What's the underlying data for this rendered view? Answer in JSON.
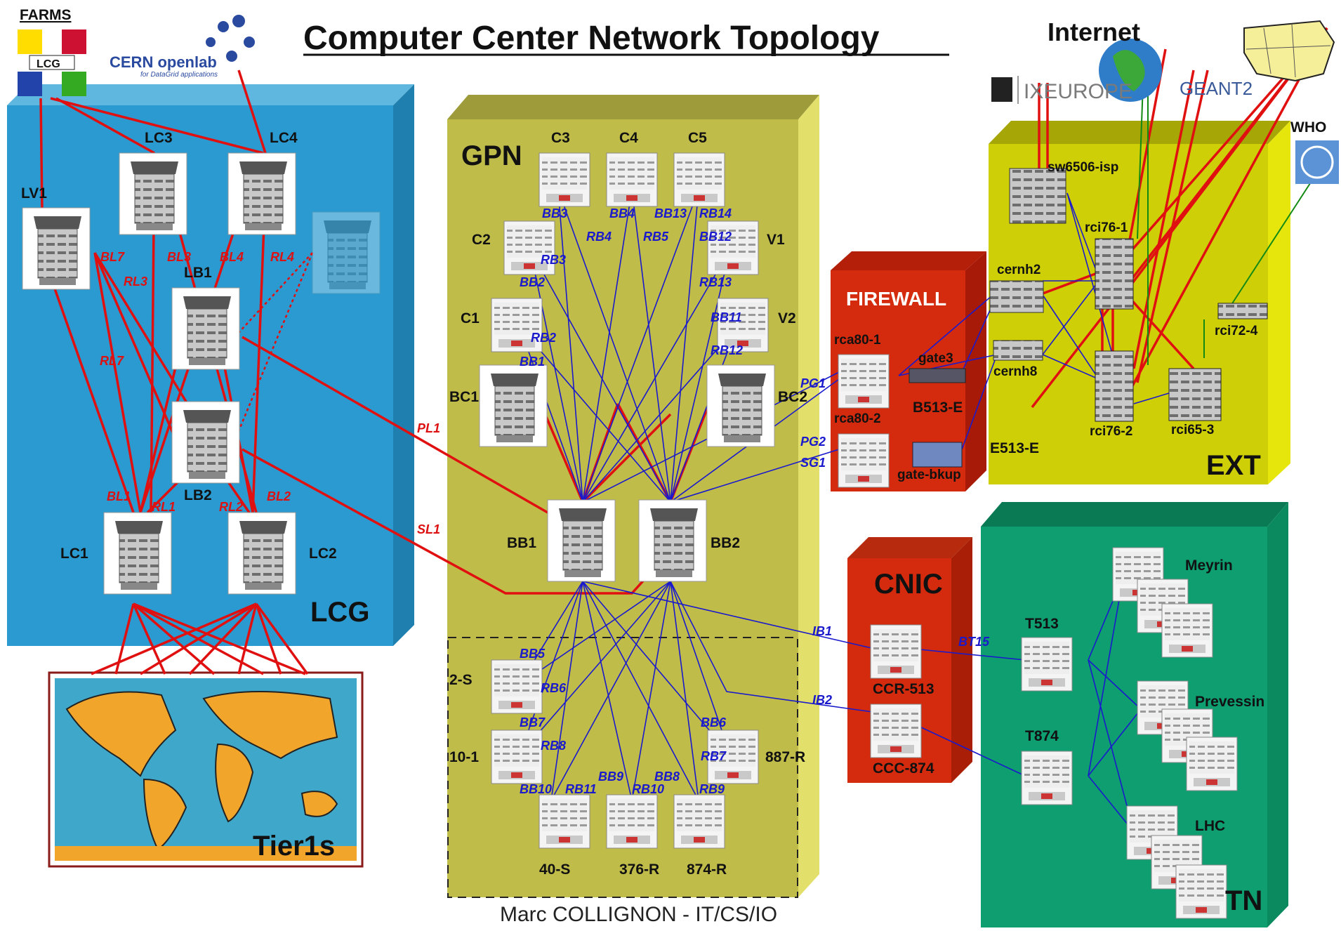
{
  "title": "Computer Center Network Topology",
  "footer": "Marc COLLIGNON - IT/CS/IO",
  "logos": {
    "farms": "FARMS",
    "lcg": "LCG",
    "openlab": "CERN openlab",
    "openlab_sub": "for DataGrid applications",
    "internet": "Internet",
    "ixeurope": "IXEUROPE",
    "geant": "GEANT2",
    "who": "WHO"
  },
  "zones": {
    "lcg": "LCG",
    "gpn": "GPN",
    "firewall": "FIREWALL",
    "ext": "EXT",
    "cnic": "CNIC",
    "tn": "TN",
    "tier1": "Tier1s"
  },
  "colors": {
    "lcg": "#2a9ad0",
    "gpn": "#bfbc4a",
    "firewall": "#d42b0e",
    "ext": "#cfcf08",
    "tn": "#0e9e6f",
    "blue_link": "#1a1acc",
    "red_link": "#e01010",
    "green_link": "#138a13"
  },
  "nodes": {
    "lv1": "LV1",
    "lc3": "LC3",
    "lc4": "LC4",
    "lb1": "LB1",
    "lb2": "LB2",
    "lc1": "LC1",
    "lc2": "LC2",
    "c3": "C3",
    "c4": "C4",
    "c5": "C5",
    "c2": "C2",
    "v1": "V1",
    "c1": "C1",
    "v2": "V2",
    "bc1": "BC1",
    "bc2": "BC2",
    "bb1": "BB1",
    "bb2": "BB2",
    "n2s": "2-S",
    "n101": "10-1",
    "n887": "887-R",
    "n40s": "40-S",
    "n376": "376-R",
    "n874": "874-R",
    "rca801": "rca80-1",
    "rca802": "rca80-2",
    "gate3": "gate3",
    "gatebkup": "gate-bkup",
    "b513e": "B513-E",
    "e513e": "E513-E",
    "sw6506": "sw6506-isp",
    "cernh2": "cernh2",
    "cernh8": "cernh8",
    "rci761": "rci76-1",
    "rci762": "rci76-2",
    "rci653": "rci65-3",
    "rci724": "rci72-4",
    "ccr513": "CCR-513",
    "ccc874": "CCC-874",
    "t513": "T513",
    "t874": "T874",
    "meyrin": "Meyrin",
    "prevessin": "Prevessin",
    "lhc": "LHC"
  },
  "links": {
    "bl7": "BL7",
    "bl3": "BL3",
    "bl4": "BL4",
    "rl4": "RL4",
    "rl3": "RL3",
    "rl7": "RL7",
    "bl1": "BL1",
    "rl1": "RL1",
    "rl2": "RL2",
    "bl2": "BL2",
    "pl1": "PL1",
    "sl1": "SL1",
    "bb3a": "BB3",
    "bb4": "BB4",
    "bb13": "BB13",
    "rb14": "RB14",
    "rb4": "RB4",
    "rb5": "RB5",
    "bb12": "BB12",
    "rb3": "RB3",
    "bb2": "BB2",
    "rb13": "RB13",
    "bb11": "BB11",
    "rb2": "RB2",
    "bb1": "BB1",
    "rb12": "RB12",
    "pg1": "PG1",
    "pg2": "PG2",
    "sg1": "SG1",
    "ib1": "IB1",
    "ib2": "IB2",
    "bt15": "BT15",
    "bb5": "BB5",
    "rb6": "RB6",
    "bb7": "BB7",
    "rb8": "RB8",
    "bb6": "BB6",
    "rb7": "RB7",
    "bb10": "BB10",
    "rb11": "RB11",
    "bb9": "BB9",
    "rb10": "RB10",
    "bb8": "BB8",
    "rb9": "RB9"
  }
}
